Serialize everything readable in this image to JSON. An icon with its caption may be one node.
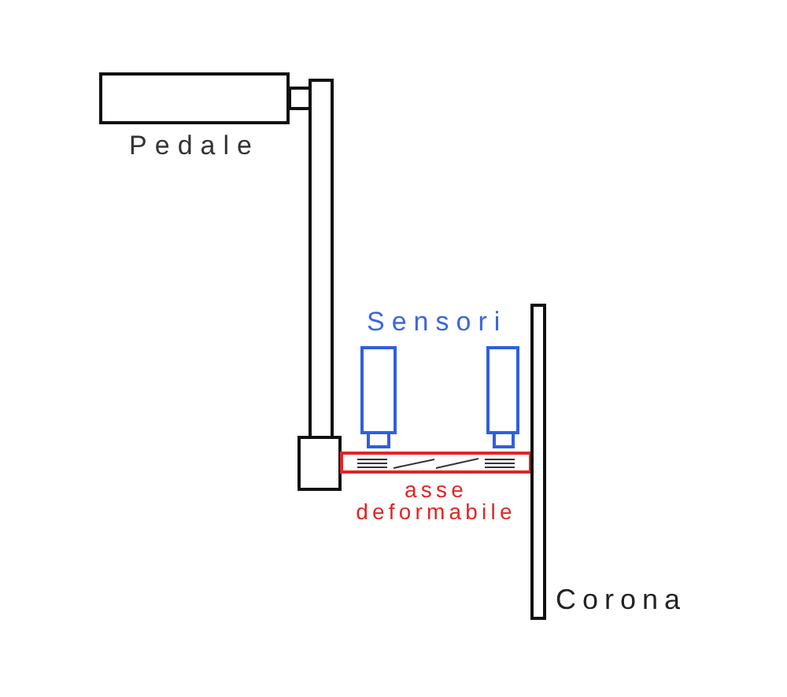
{
  "diagram": {
    "nodes": [
      {
        "text": [
          "Pedale"
        ]
      },
      {
        "text": [],
        "shape": "bar"
      },
      {
        "text": [],
        "shape": "box"
      },
      {
        "text": [],
        "shape": "box"
      },
      {
        "text": [
          "asse deformabile"
        ]
      },
      {
        "text": [
          "Corona"
        ]
      }
    ],
    "labels": [
      "Sensori"
    ]
  }
}
